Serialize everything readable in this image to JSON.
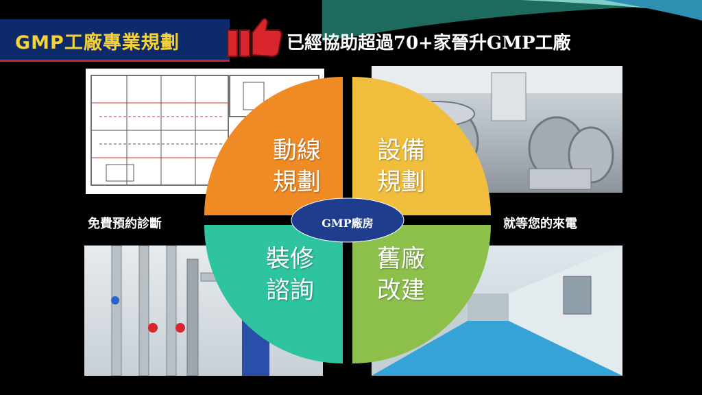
{
  "title": "GMP工廠專業規劃",
  "tagline": "已經協助超過70+家晉升GMP工廠",
  "left_note": "免費預約診斷",
  "right_note": "就等您的來電",
  "center_label": "GMP廠房",
  "quadrants": {
    "top_left": {
      "line1": "動線",
      "line2": "規劃",
      "color": "#f08a24"
    },
    "top_right": {
      "line1": "設備",
      "line2": "規劃",
      "color": "#f0be3c"
    },
    "bottom_left": {
      "line1": "裝修",
      "line2": "諮詢",
      "color": "#2ec4a0"
    },
    "bottom_right": {
      "line1": "舊廠",
      "line2": "改建",
      "color": "#8cc04a"
    }
  },
  "icons": [
    "thumbs-up-icon"
  ],
  "accent_colors": {
    "title_bg": "#0d2b6b",
    "title_text": "#f5d23a",
    "center_oval": "#1e3d8f"
  }
}
